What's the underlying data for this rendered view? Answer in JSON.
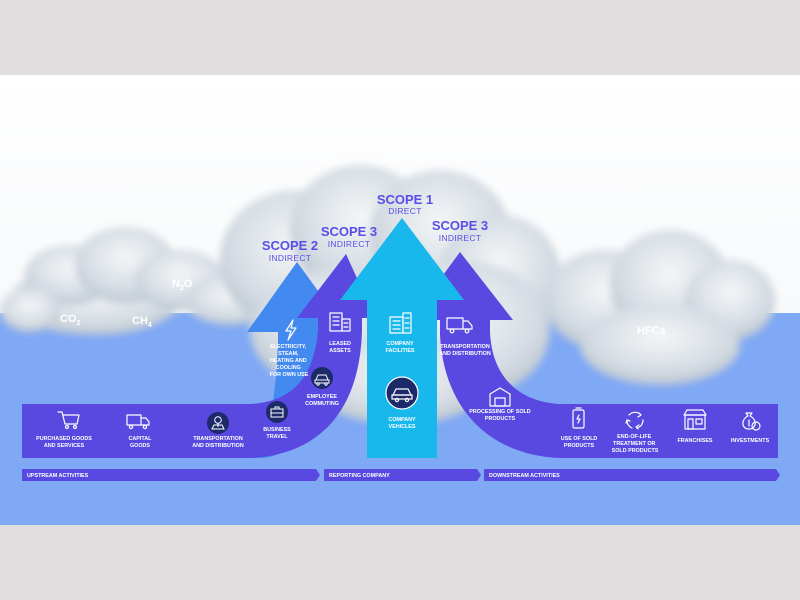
{
  "scopes": {
    "scope1": {
      "title": "SCOPE 1",
      "subtitle": "DIRECT"
    },
    "scope2": {
      "title": "SCOPE 2",
      "subtitle": "INDIRECT"
    },
    "scope3_left": {
      "title": "SCOPE 3",
      "subtitle": "INDIRECT"
    },
    "scope3_right": {
      "title": "SCOPE 3",
      "subtitle": "INDIRECT"
    }
  },
  "gases": {
    "co2": {
      "base": "CO",
      "sub": "2"
    },
    "ch4": {
      "base": "CH",
      "sub": "4"
    },
    "n2o": {
      "pre": "N",
      "sub": "2",
      "post": "O"
    },
    "hfcs": "HFCs"
  },
  "activities": {
    "purchased": [
      "PURCHASED GOODS",
      "AND SERVICES"
    ],
    "capital": [
      "CAPITAL",
      "GOODS"
    ],
    "transport_up": [
      "TRANSPORTATION",
      "AND DISTRIBUTION"
    ],
    "business_travel": [
      "BUSINESS",
      "TRAVEL"
    ],
    "employee_commuting": [
      "EMPLOYEE",
      "COMMUTING"
    ],
    "electricity": [
      "ELECTRICITY,",
      "STEAM,",
      "HEATING AND",
      "COOLING",
      "FOR OWN USE"
    ],
    "leased": [
      "LEASED",
      "ASSETS"
    ],
    "facilities": [
      "COMPANY",
      "FACILITIES"
    ],
    "vehicles": [
      "COMPANY",
      "VEHICLES"
    ],
    "transport_down": [
      "TRANSPORTATION",
      "AND DISTRIBUTION"
    ],
    "processing": [
      "PROCESSING OF SOLD",
      "PRODUCTS"
    ],
    "use_sold": [
      "USE OF SOLD",
      "PRODUCTS"
    ],
    "end_of_life": [
      "END-OF-LIFE",
      "TREATMENT OR",
      "SOLD PRODUCTS"
    ],
    "franchises": [
      "FRANCHISES"
    ],
    "investments": [
      "INVESTMENTS"
    ]
  },
  "bars": {
    "upstream": "UPSTREAM ACTIVITIES",
    "reporting": "REPORTING COMPANY",
    "downstream": "DOWNSTREAM ACTIVITIES"
  },
  "colors": {
    "background_top": "#ffffff",
    "background_bottom": "#7fa8f5",
    "violet": "#5a49e0",
    "scope2_blue": "#4289f0",
    "scope1_cyan": "#19b8ec",
    "navy_circle": "#1c2a6a",
    "heading": "#5b4ee6"
  }
}
